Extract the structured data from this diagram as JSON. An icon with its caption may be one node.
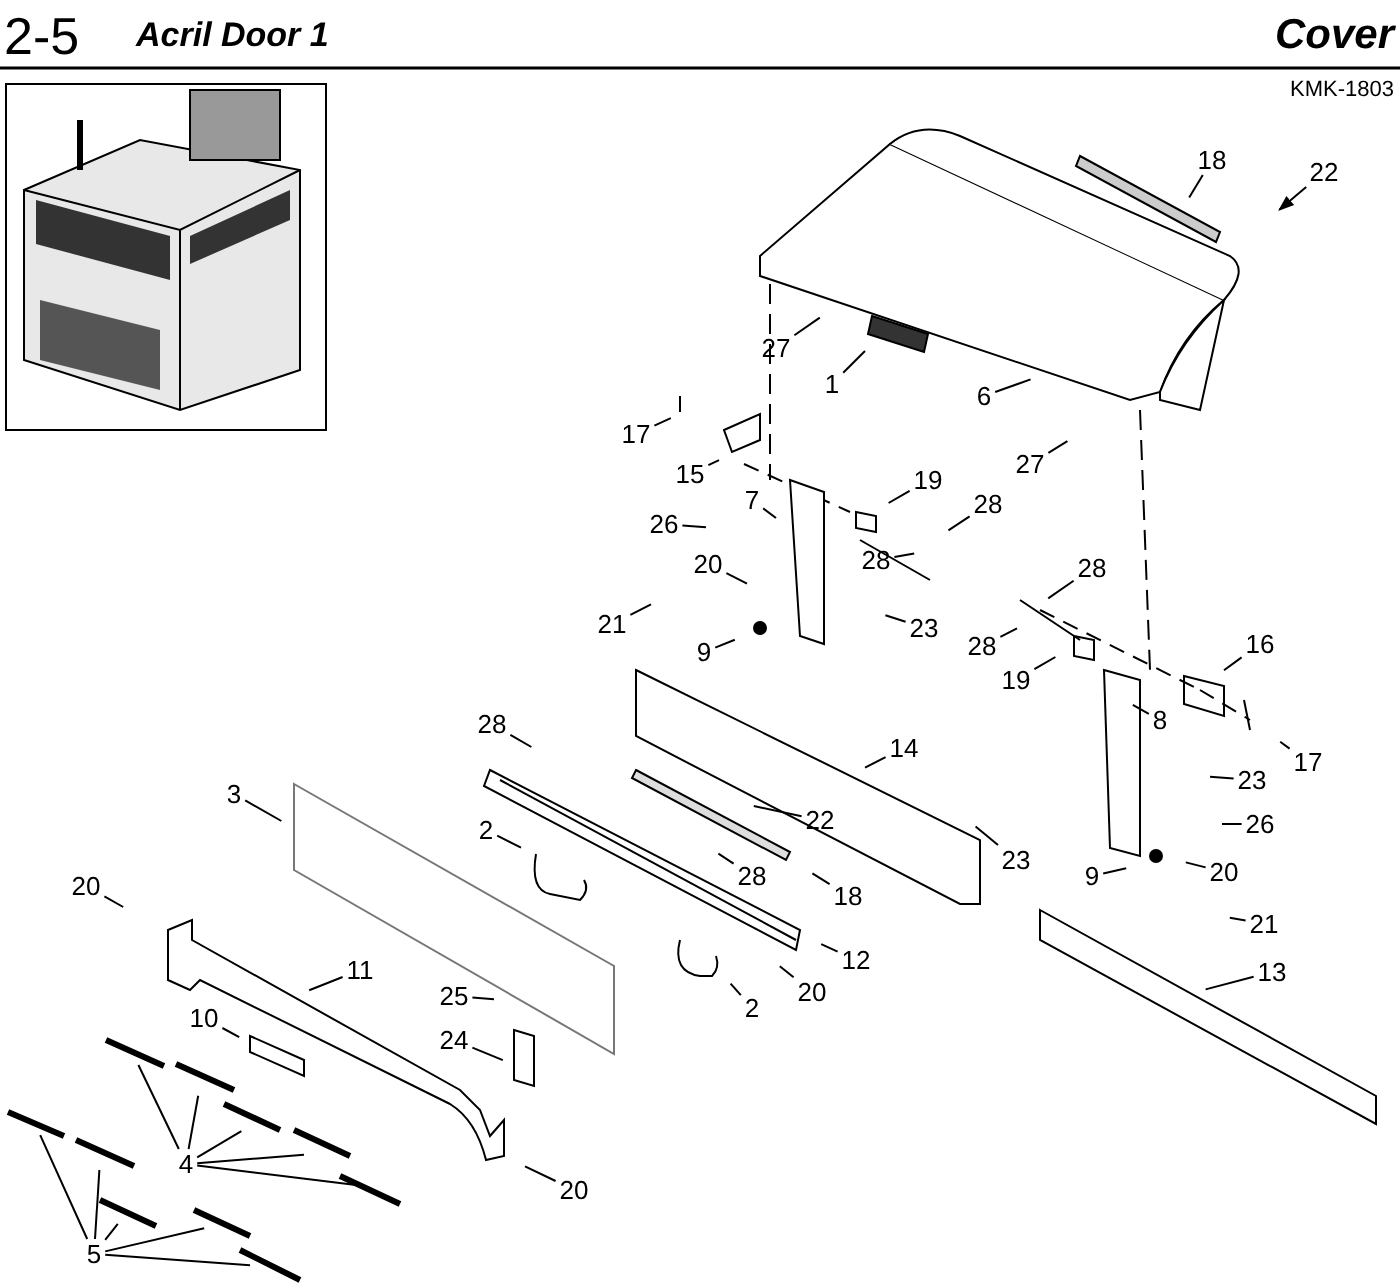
{
  "diagram": {
    "title": "Acril Door 1",
    "nodes": [
      {
        "text": [
          "18"
        ]
      },
      {
        "text": [
          "22"
        ]
      },
      {
        "text": [
          "27"
        ]
      },
      {
        "text": [
          "1"
        ]
      },
      {
        "text": [
          "6"
        ]
      },
      {
        "text": [
          "17"
        ]
      },
      {
        "text": [
          "27"
        ]
      },
      {
        "text": [
          "15"
        ]
      },
      {
        "text": [
          "19"
        ]
      },
      {
        "text": [
          "7"
        ]
      },
      {
        "text": [
          "28"
        ]
      },
      {
        "text": [
          "26"
        ]
      },
      {
        "text": [
          "20"
        ]
      },
      {
        "text": [
          "28"
        ]
      },
      {
        "text": [
          "28"
        ]
      },
      {
        "text": [
          "21"
        ]
      },
      {
        "text": [
          "23"
        ]
      },
      {
        "text": [
          "9"
        ]
      },
      {
        "text": [
          "28"
        ]
      },
      {
        "text": [
          "16"
        ]
      },
      {
        "text": [
          "19"
        ]
      },
      {
        "text": [
          "28"
        ]
      },
      {
        "text": [
          "8"
        ]
      },
      {
        "text": [
          "14"
        ]
      },
      {
        "text": [
          "17"
        ]
      },
      {
        "text": [
          "3"
        ]
      },
      {
        "text": [
          "23"
        ]
      },
      {
        "text": [
          "2"
        ]
      },
      {
        "text": [
          "22"
        ]
      },
      {
        "text": [
          "20"
        ]
      },
      {
        "text": [
          "26"
        ]
      },
      {
        "text": [
          "23"
        ]
      },
      {
        "text": [
          "9"
        ]
      },
      {
        "text": [
          "28"
        ]
      },
      {
        "text": [
          "18"
        ]
      },
      {
        "text": [
          "21"
        ]
      },
      {
        "text": [
          "20"
        ]
      },
      {
        "text": [
          "12"
        ]
      },
      {
        "text": [
          "11"
        ]
      },
      {
        "text": [
          "13"
        ]
      },
      {
        "text": [
          "20"
        ]
      },
      {
        "text": [
          "2"
        ]
      },
      {
        "text": [
          "25"
        ]
      },
      {
        "text": [
          "10"
        ]
      },
      {
        "text": [
          "24"
        ]
      },
      {
        "text": [
          "4"
        ]
      },
      {
        "text": [
          "20"
        ]
      },
      {
        "text": [
          "5"
        ]
      }
    ],
    "edges": [
      {
        "from": 0,
        "to": null,
        "arrow": "none"
      },
      {
        "from": 1,
        "to": null,
        "arrow": "to"
      },
      {
        "from": 2,
        "to": null,
        "arrow": "none"
      },
      {
        "from": 3,
        "to": null,
        "arrow": "none"
      },
      {
        "from": 4,
        "to": null,
        "arrow": "none"
      },
      {
        "from": 5,
        "to": null,
        "arrow": "none"
      },
      {
        "from": 6,
        "to": null,
        "arrow": "none"
      },
      {
        "from": 7,
        "to": null,
        "arrow": "none"
      },
      {
        "from": 8,
        "to": null,
        "arrow": "none"
      },
      {
        "from": 9,
        "to": null,
        "arrow": "none"
      },
      {
        "from": 10,
        "to": null,
        "arrow": "none"
      },
      {
        "from": 11,
        "to": null,
        "arrow": "none"
      },
      {
        "from": 12,
        "to": null,
        "arrow": "none"
      },
      {
        "from": 13,
        "to": null,
        "arrow": "none"
      },
      {
        "from": 14,
        "to": null,
        "arrow": "none"
      },
      {
        "from": 15,
        "to": null,
        "arrow": "none"
      },
      {
        "from": 16,
        "to": null,
        "arrow": "none"
      },
      {
        "from": 17,
        "to": null,
        "arrow": "none"
      },
      {
        "from": 18,
        "to": null,
        "arrow": "none"
      },
      {
        "from": 19,
        "to": null,
        "arrow": "none"
      },
      {
        "from": 20,
        "to": null,
        "arrow": "none"
      },
      {
        "from": 21,
        "to": null,
        "arrow": "none"
      },
      {
        "from": 22,
        "to": null,
        "arrow": "none"
      },
      {
        "from": 23,
        "to": null,
        "arrow": "none"
      },
      {
        "from": 24,
        "to": null,
        "arrow": "none"
      },
      {
        "from": 25,
        "to": null,
        "arrow": "none"
      },
      {
        "from": 26,
        "to": null,
        "arrow": "none"
      },
      {
        "from": 27,
        "to": null,
        "arrow": "none"
      },
      {
        "from": 28,
        "to": null,
        "arrow": "none"
      },
      {
        "from": 29,
        "to": null,
        "arrow": "none"
      },
      {
        "from": 30,
        "to": null,
        "arrow": "none"
      },
      {
        "from": 31,
        "to": null,
        "arrow": "none"
      },
      {
        "from": 32,
        "to": null,
        "arrow": "none"
      },
      {
        "from": 33,
        "to": null,
        "arrow": "none"
      },
      {
        "from": 34,
        "to": null,
        "arrow": "none"
      },
      {
        "from": 35,
        "to": null,
        "arrow": "none"
      },
      {
        "from": 36,
        "to": null,
        "arrow": "none"
      },
      {
        "from": 37,
        "to": null,
        "arrow": "none"
      },
      {
        "from": 38,
        "to": null,
        "arrow": "none"
      },
      {
        "from": 39,
        "to": null,
        "arrow": "none"
      },
      {
        "from": 40,
        "to": null,
        "arrow": "none"
      },
      {
        "from": 41,
        "to": null,
        "arrow": "none"
      },
      {
        "from": 42,
        "to": null,
        "arrow": "none"
      },
      {
        "from": 43,
        "to": null,
        "arrow": "none"
      },
      {
        "from": 44,
        "to": null,
        "arrow": "none"
      },
      {
        "from": 45,
        "to": null,
        "arrow": "none"
      },
      {
        "from": 45,
        "to": null,
        "arrow": "none"
      },
      {
        "from": 45,
        "to": null,
        "arrow": "none"
      },
      {
        "from": 45,
        "to": null,
        "arrow": "none"
      },
      {
        "from": 45,
        "to": null,
        "arrow": "none"
      },
      {
        "from": 46,
        "to": null,
        "arrow": "none"
      },
      {
        "from": 47,
        "to": null,
        "arrow": "none"
      },
      {
        "from": 47,
        "to": null,
        "arrow": "none"
      },
      {
        "from": 47,
        "to": null,
        "arrow": "none"
      },
      {
        "from": 47,
        "to": null,
        "arrow": "none"
      },
      {
        "from": 47,
        "to": null,
        "arrow": "none"
      }
    ],
    "labels": [
      "2-5",
      "Cover",
      "KMK-1803"
    ]
  }
}
